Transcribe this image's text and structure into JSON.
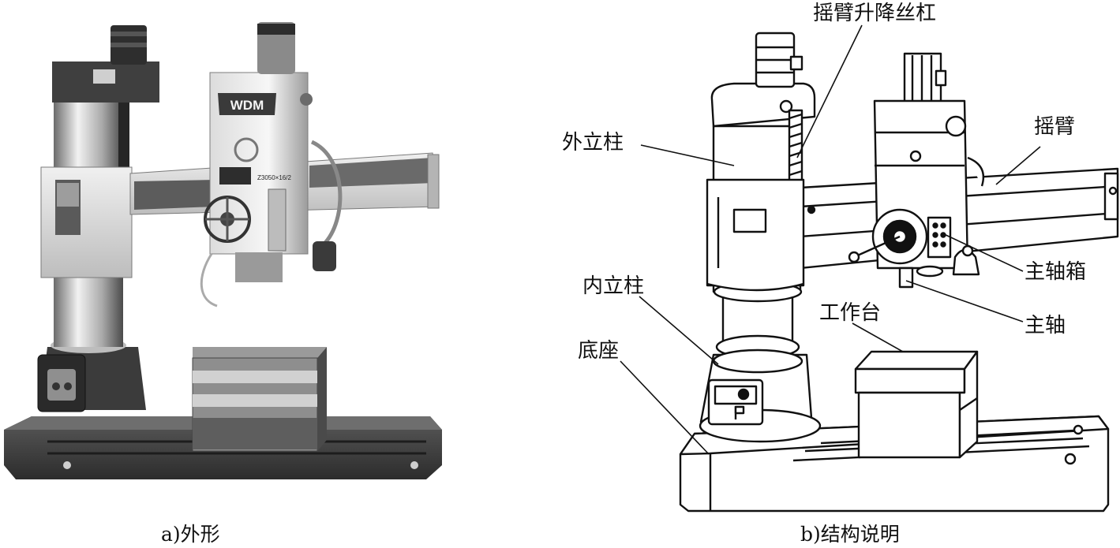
{
  "figure_a": {
    "logo_text": "WDM",
    "model_plate": "Z3050×16/2",
    "caption": "a)外形"
  },
  "figure_b": {
    "caption": "b)结构说明",
    "labels": {
      "arm_lift_screw": "摇臂升降丝杠",
      "outer_column": "外立柱",
      "radial_arm": "摇臂",
      "inner_column": "内立柱",
      "headstock": "主轴箱",
      "worktable": "工作台",
      "spindle": "主轴",
      "base": "底座"
    }
  },
  "colors": {
    "ink": "#111111",
    "photo_dark": "#3a3a3a",
    "photo_mid": "#8a8a8a",
    "photo_light": "#d9d9d9"
  }
}
